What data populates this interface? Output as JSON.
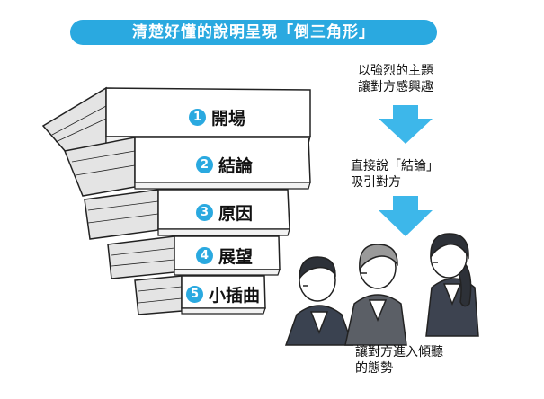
{
  "title": "清楚好懂的說明呈現「倒三角形」",
  "steps": [
    {
      "num": "1",
      "label": "開場"
    },
    {
      "num": "2",
      "label": "結論"
    },
    {
      "num": "3",
      "label": "原因"
    },
    {
      "num": "4",
      "label": "展望"
    },
    {
      "num": "5",
      "label": "小插曲"
    }
  ],
  "notes": {
    "note1": "以強烈的主題\n讓對方感興趣",
    "note2": "直接說「結論」\n吸引對方",
    "note3": "讓對方進入傾聽\n的態勢"
  },
  "colors": {
    "accent": "#2aa9e0",
    "arrow": "#3db7ea",
    "step_fill": "#ffffff",
    "step_shade": "#e4e4e4"
  }
}
